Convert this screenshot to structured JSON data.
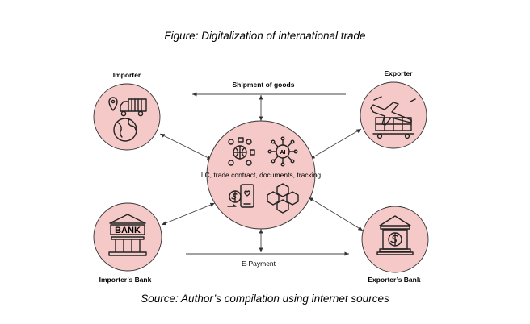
{
  "figure": {
    "title": "Figure: Digitalization of international trade",
    "source": "Source: Author’s compilation using internet sources"
  },
  "nodes": {
    "importer": "Importer",
    "exporter": "Exporter",
    "importer_bank": "Importer’s Bank",
    "exporter_bank": "Exporter’s Bank",
    "center": "LC, trade contract, documents, tracking"
  },
  "flows": {
    "shipment": "Shipment of goods",
    "payment": "E-Payment"
  },
  "icons": {
    "bank_sign": "BANK",
    "ai_chip": "AI"
  },
  "colors": {
    "circle_fill": "#f5c9c7",
    "stroke": "#222222"
  }
}
